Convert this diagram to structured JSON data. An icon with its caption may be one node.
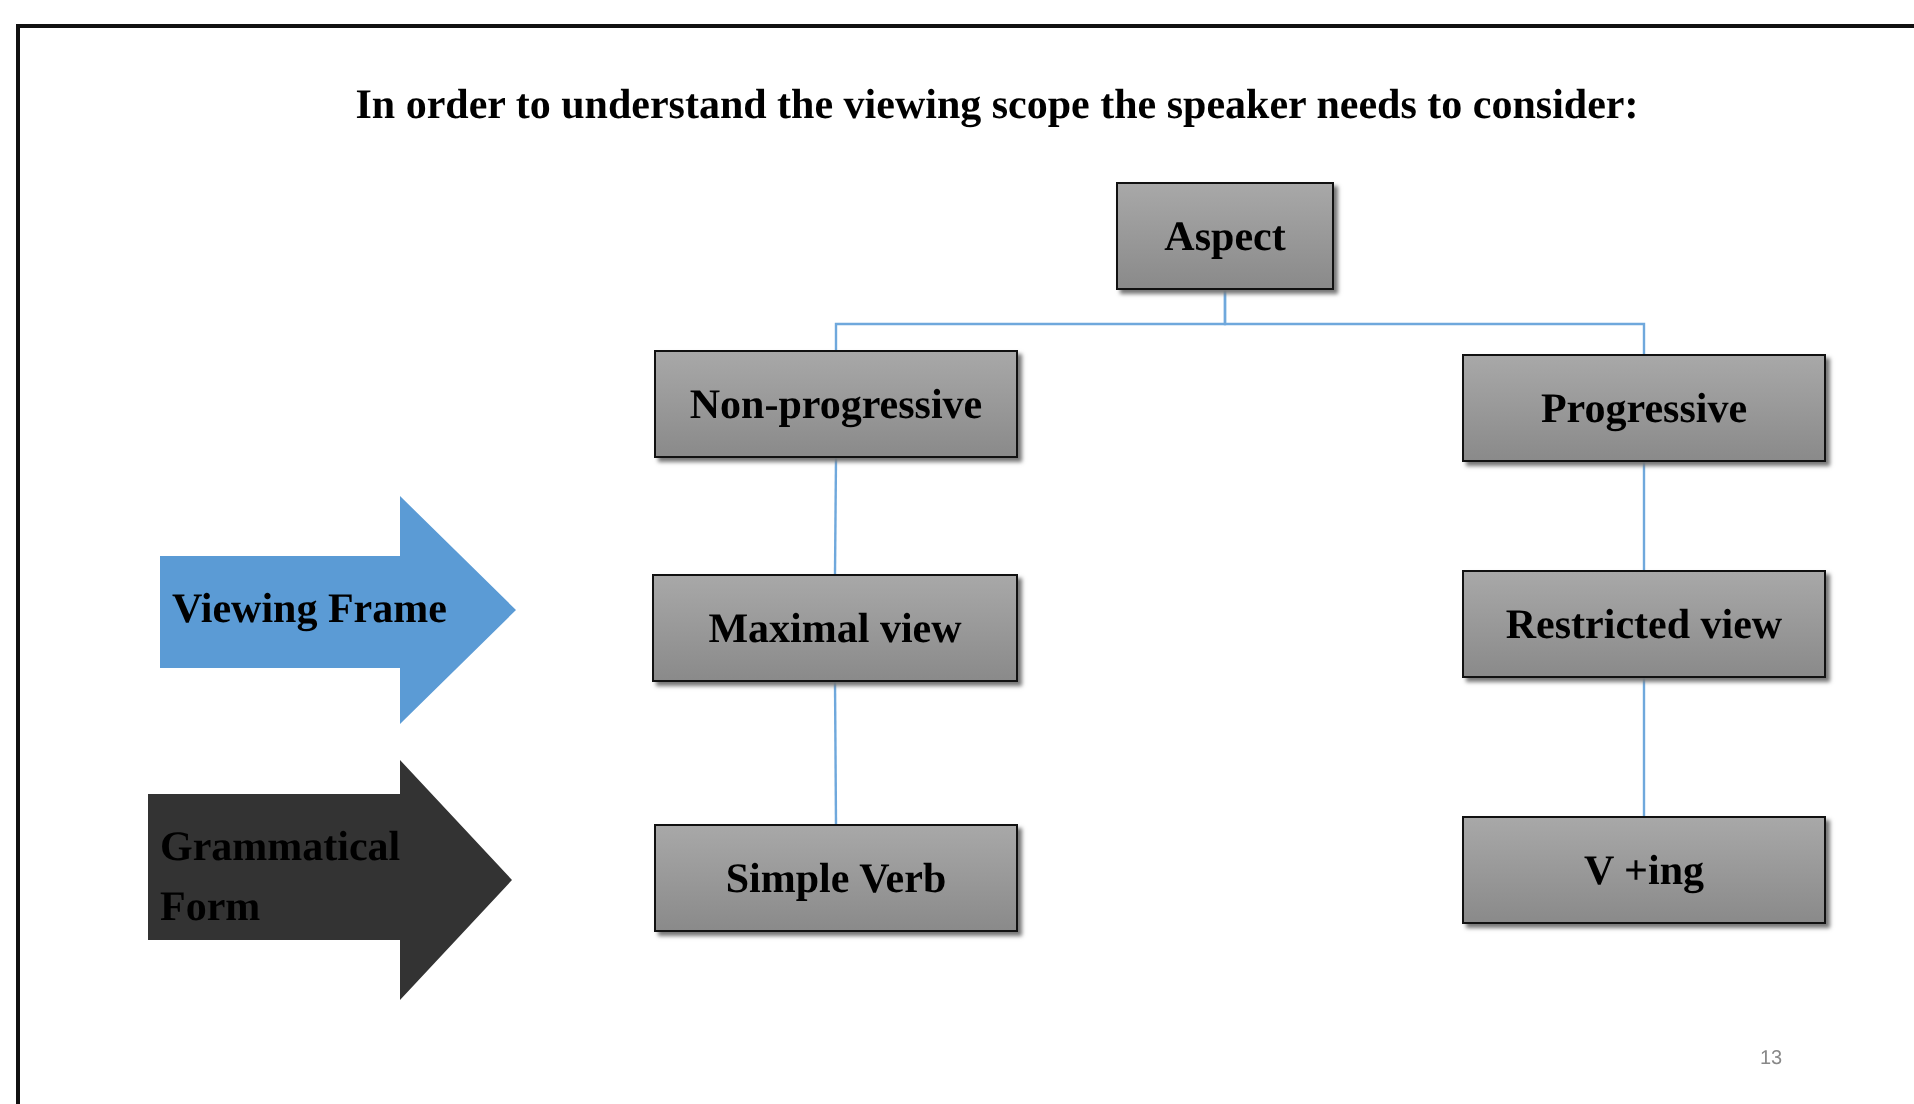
{
  "diagram": {
    "title": "In order to understand the viewing scope the speaker needs to consider:",
    "nodes": [
      {
        "text": [
          "Aspect"
        ]
      },
      {
        "text": [
          "Non-progressive"
        ]
      },
      {
        "text": [
          "Progressive"
        ]
      },
      {
        "text": [
          "Viewing Frame"
        ]
      },
      {
        "text": [
          "Maximal view"
        ]
      },
      {
        "text": [
          "Restricted view"
        ]
      },
      {
        "text": [
          "Grammatical Form"
        ]
      },
      {
        "text": [
          "Simple Verb"
        ]
      },
      {
        "text": [
          "V +ing"
        ]
      }
    ],
    "edges": [
      {
        "from": 0,
        "to": 1,
        "arrow": "none"
      },
      {
        "from": 0,
        "to": 2,
        "arrow": "none"
      },
      {
        "from": 1,
        "to": 4,
        "arrow": "none"
      },
      {
        "from": 4,
        "to": 7,
        "arrow": "none"
      },
      {
        "from": 2,
        "to": 5,
        "arrow": "none"
      },
      {
        "from": 5,
        "to": 8,
        "arrow": "none"
      }
    ],
    "labels": [
      "13"
    ]
  }
}
